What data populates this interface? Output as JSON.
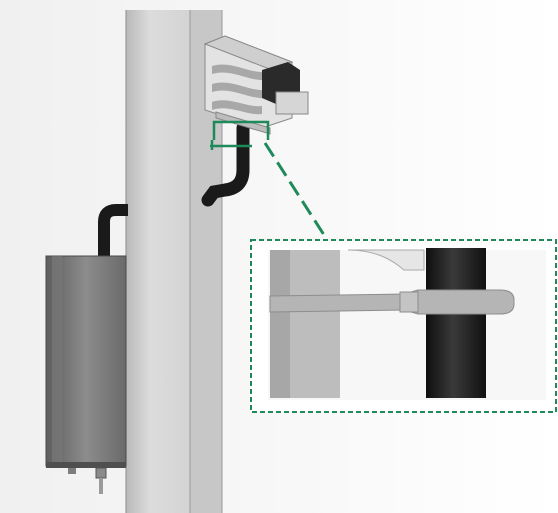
{
  "colors": {
    "background": "#ffffff",
    "pole_light": "#d9d9d9",
    "pole_mid": "#bfbfbf",
    "pole_dark": "#a6a6a6",
    "cable": "#1f1f1f",
    "box_dark": "#6e6e6e",
    "box_mid": "#8a8a8a",
    "callout_accent": "#1e8a5a"
  },
  "icons": [
    "pole",
    "junction-box",
    "inverter",
    "cable",
    "cable-clamp",
    "zoom-callout"
  ]
}
